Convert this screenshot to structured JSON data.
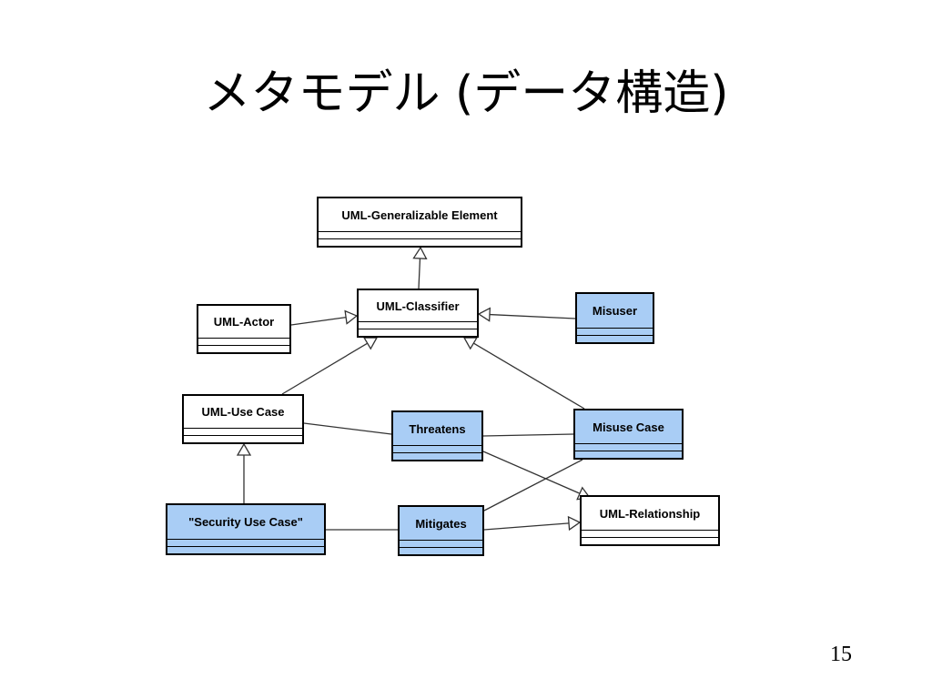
{
  "slide": {
    "title": "メタモデル (データ構造)",
    "page_number": "15"
  },
  "classes": {
    "generalizable_element": {
      "name": "UML-Generalizable Element",
      "highlight": false
    },
    "classifier": {
      "name": "UML-Classifier",
      "highlight": false
    },
    "actor": {
      "name": "UML-Actor",
      "highlight": false
    },
    "misuser": {
      "name": "Misuser",
      "highlight": true
    },
    "use_case": {
      "name": "UML-Use Case",
      "highlight": false
    },
    "threatens": {
      "name": "Threatens",
      "highlight": true
    },
    "misuse_case": {
      "name": "Misuse Case",
      "highlight": true
    },
    "security_use_case": {
      "name": "\"Security Use Case\"",
      "highlight": true
    },
    "mitigates": {
      "name": "Mitigates",
      "highlight": true
    },
    "relationship": {
      "name": "UML-Relationship",
      "highlight": false
    }
  },
  "colors": {
    "highlight_fill": "#a9cdf5",
    "plain_fill": "#ffffff",
    "stroke": "#000000",
    "connector": "#333333"
  },
  "relations": [
    {
      "from": "classifier",
      "to": "generalizable_element",
      "kind": "generalization"
    },
    {
      "from": "actor",
      "to": "classifier",
      "kind": "generalization"
    },
    {
      "from": "misuser",
      "to": "classifier",
      "kind": "generalization"
    },
    {
      "from": "use_case",
      "to": "classifier",
      "kind": "generalization"
    },
    {
      "from": "misuse_case",
      "to": "classifier",
      "kind": "generalization"
    },
    {
      "from": "security_use_case",
      "to": "use_case",
      "kind": "generalization"
    },
    {
      "from": "threatens",
      "to": "relationship",
      "kind": "generalization"
    },
    {
      "from": "mitigates",
      "to": "relationship",
      "kind": "generalization"
    },
    {
      "from": "use_case",
      "to": "threatens",
      "kind": "association"
    },
    {
      "from": "threatens",
      "to": "misuse_case",
      "kind": "association"
    },
    {
      "from": "security_use_case",
      "to": "mitigates",
      "kind": "association"
    },
    {
      "from": "mitigates",
      "to": "misuse_case",
      "kind": "association"
    }
  ]
}
